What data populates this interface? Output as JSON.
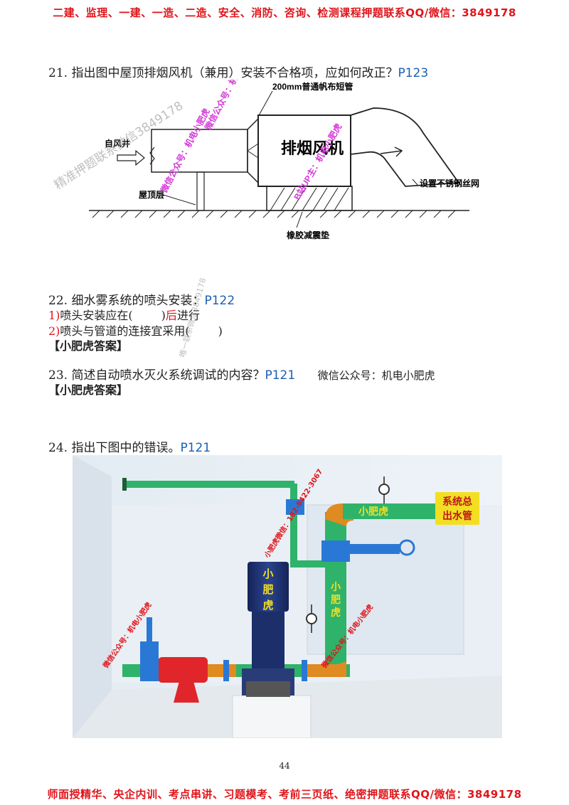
{
  "header": {
    "banner": "二建、监理、一建、一造、二造、安全、消防、咨询、检测课程押题联系QQ/微信：3849178"
  },
  "q21": {
    "number": "21.",
    "text": "指出图中屋顶排烟风机（兼用）安装不合格项，应如何改正？",
    "ref": "P123",
    "figure": {
      "label_pipe": "200mm普通帆布短管",
      "label_fan": "排烟风机",
      "label_from_shaft": "自风井",
      "label_roof": "屋顶层",
      "label_mesh": "设置不锈钢丝网",
      "label_pad": "橡胶减震垫",
      "wm_a": "微信公众号：机电小肥虎",
      "wm_b": "微信公众号：机电小肥虎",
      "wm_c": "B站UP主：机电小肥虎"
    }
  },
  "q22": {
    "number": "22.",
    "text": "细水雾系统的喷头安装：",
    "ref": "P122",
    "item1_num": "1)",
    "item1_a": "喷头安装应在(",
    "item1_b": ")",
    "item1_c": "后",
    "item1_d": "进行",
    "item2_num": "2)",
    "item2_a": "喷头与管道的连接宜采用(",
    "item2_b": ")"
  },
  "answer_label": "【小肥虎答案】",
  "q23": {
    "number": "23.",
    "text": "简述自动喷水灭火系统调试的内容？",
    "ref": "P121",
    "aside": "微信公众号：机电小肥虎"
  },
  "q24": {
    "number": "24.",
    "text": "指出下图中的错误。",
    "ref": "P121",
    "figure": {
      "pump_label": "小肥虎",
      "pipe_label_top": "小肥虎",
      "pipe_label_vertical": "小肥虎",
      "outlet_label_1": "系统总",
      "outlet_label_2": "出水管",
      "wm_left": "微信公众号：机电小肥虎",
      "wm_mid": "小肥虎微信：182-8422-3067",
      "wm_right": "微信公众号：机电小肥虎"
    }
  },
  "watermarks": {
    "diag1": "精准押题联系微信3849178",
    "diag2": "唯一联系微信3849178"
  },
  "page_number": "44",
  "footer": {
    "banner": "师面授精华、央企内训、考点串讲、习题模考、考前三页纸、绝密押题联系QQ/微信：3849178"
  },
  "colors": {
    "banner_red": "#e0141a",
    "ref_blue": "#1a5fb4",
    "pipe_green": "#2fb36a",
    "valve_blue": "#2a78d6",
    "strainer_red": "#e0262a",
    "pump_navy": "#1c2f6b",
    "pipe_orange": "#e08a22",
    "label_yellow": "#f3df22"
  }
}
